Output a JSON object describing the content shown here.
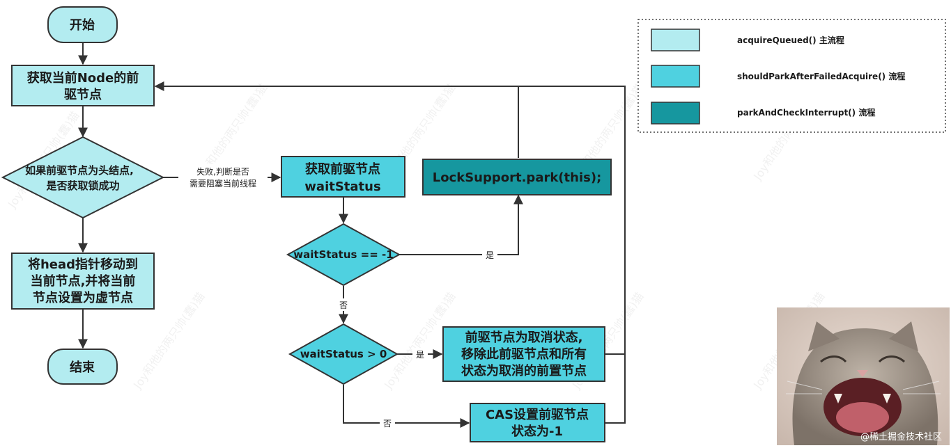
{
  "colors": {
    "main_flow": "#b3ecf0",
    "should_park_flow": "#4fd1e0",
    "park_flow": "#16979f",
    "stroke": "#333333"
  },
  "nodes": {
    "start": "开始",
    "get_prev": [
      "获取当前Node的前",
      "驱节点"
    ],
    "is_head": [
      "如果前驱节点为头结点,",
      "是否获取锁成功"
    ],
    "move_head": [
      "将head指针移动到",
      "当前节点,并将当前",
      "节点设置为虚节点"
    ],
    "end": "结束",
    "get_ws": [
      "获取前驱节点",
      "waitStatus"
    ],
    "ws_eq": "waitStatus == -1",
    "ws_gt": "waitStatus > 0",
    "park": "LockSupport.park(this);",
    "remove_cancelled": [
      "前驱节点为取消状态,",
      "移除此前驱节点和所有",
      "状态为取消的前置节点"
    ],
    "cas_set": [
      "CAS设置前驱节点",
      "状态为-1"
    ]
  },
  "edges": {
    "fail_label": [
      "失败,判断是否",
      "需要阻塞当前线程"
    ],
    "yes_1": "是",
    "no_1": "否",
    "yes_2": "是",
    "no_2": "否"
  },
  "legend": [
    {
      "label": "acquireQueued() 主流程",
      "color": "#b3ecf0"
    },
    {
      "label": "shouldParkAfterFailedAcquire() 流程",
      "color": "#4fd1e0"
    },
    {
      "label": "parkAndCheckInterrupt() 流程",
      "color": "#16979f"
    }
  ],
  "watermark": "Joy和他的两只帅(蠢)猫",
  "cat_image": {
    "icon": "laughing-cat-photo",
    "caption": "@稀土掘金技术社区"
  }
}
